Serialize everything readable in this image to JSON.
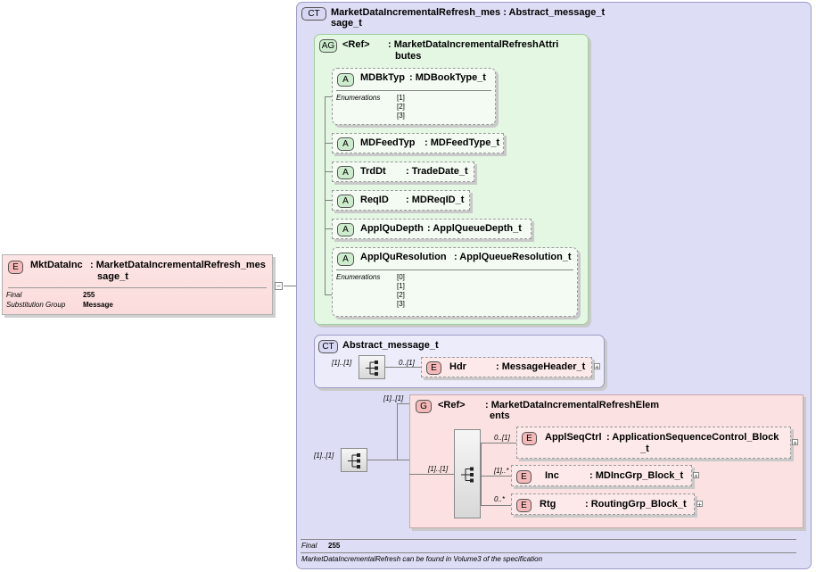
{
  "root": {
    "badge": "E",
    "name": "MktDataInc",
    "type": ": MarketDataIncrementalRefresh_mes",
    "type2": "sage_t",
    "props": [
      {
        "key": "Final",
        "value": "255"
      },
      {
        "key": "Substitution Group",
        "value": "Message"
      }
    ],
    "collapse": "−"
  },
  "complexType": {
    "badge": "CT",
    "title": "MarketDataIncrementalRefresh_mes : Abstract_message_t",
    "title2": "sage_t",
    "footer_key": "Final",
    "footer_value": "255",
    "note": "MarketDataIncrementalRefresh can be found in Volume3 of the specification"
  },
  "attrGroup": {
    "badge": "AG",
    "ref": "<Ref>",
    "name": ": MarketDataIncrementalRefreshAttri",
    "name2": "butes",
    "attributes": [
      {
        "badge": "A",
        "name": "MDBkTyp",
        "type": ": MDBookType_t",
        "enum_label": "Enumerations",
        "enums": [
          "[1]",
          "[2]",
          "[3]"
        ]
      },
      {
        "badge": "A",
        "name": "MDFeedTyp",
        "type": ": MDFeedType_t"
      },
      {
        "badge": "A",
        "name": "TrdDt",
        "type": ": TradeDate_t"
      },
      {
        "badge": "A",
        "name": "ReqID",
        "type": ": MDReqID_t"
      },
      {
        "badge": "A",
        "name": "ApplQuDepth",
        "type": ": ApplQueueDepth_t"
      },
      {
        "badge": "A",
        "name": "ApplQuResolution",
        "type": ": ApplQueueResolution_t",
        "enum_label": "Enumerations",
        "enums": [
          "[0]",
          "[1]",
          "[2]",
          "[3]"
        ]
      }
    ]
  },
  "abstractMessage": {
    "badge": "CT",
    "title": "Abstract_message_t",
    "seq_card": "[1]..[1]",
    "hdr_card": "0..[1]",
    "hdr": {
      "badge": "E",
      "name": "Hdr",
      "type": ": MessageHeader_t"
    }
  },
  "elementsGroup": {
    "badge": "G",
    "ref": "<Ref>",
    "name": ": MarketDataIncrementalRefreshElem",
    "name2": "ents",
    "group_card": "[1]..[1]",
    "outer_seq_card": "[1]..[1]",
    "inner_seq_card": "[1]..[1]",
    "elements": [
      {
        "card": "0..[1]",
        "badge": "E",
        "name": "ApplSeqCtrl",
        "type": ": ApplicationSequenceControl_Block",
        "type2": "_t"
      },
      {
        "card": "[1]..*",
        "badge": "E",
        "name": "Inc",
        "type": ": MDIncGrp_Block_t"
      },
      {
        "card": "0..*",
        "badge": "E",
        "name": "Rtg",
        "type": ": RoutingGrp_Block_t"
      }
    ]
  }
}
